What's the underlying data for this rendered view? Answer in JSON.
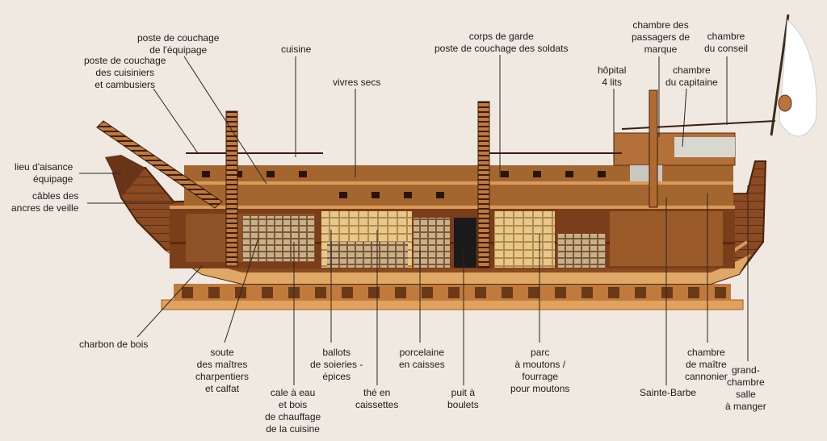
{
  "labels": {
    "poste_equipage": [
      "poste de couchage",
      "de l'équipage"
    ],
    "poste_cuisiniers": [
      "poste de couchage",
      "des cuisiniers",
      "et cambusiers"
    ],
    "cuisine": [
      "cuisine"
    ],
    "vivres_secs": [
      "vivres secs"
    ],
    "corps_de_garde": [
      "corps de garde",
      "poste de couchage des soldats"
    ],
    "hopital": [
      "hôpital",
      "4 lits"
    ],
    "passagers": [
      "chambre des",
      "passagers de",
      "marque"
    ],
    "conseil": [
      "chambre",
      "du conseil"
    ],
    "capitaine": [
      "chambre",
      "du capitaine"
    ],
    "aisance": [
      "lieu d'aisance",
      "équipage"
    ],
    "cables": [
      "câbles des",
      "ancres de veille"
    ],
    "charbon": [
      "charbon de bois"
    ],
    "soute": [
      "soute",
      "des maîtres",
      "charpentiers",
      "et calfat"
    ],
    "cale_eau": [
      "cale à eau",
      "et bois",
      "de chauffage",
      "de la cuisine"
    ],
    "ballots": [
      "ballots",
      "de soieries -",
      "épices"
    ],
    "the": [
      "thé en",
      "caissettes"
    ],
    "porcelaine": [
      "porcelaine",
      "en caisses"
    ],
    "puit": [
      "puit à",
      "boulets"
    ],
    "parc": [
      "parc",
      "à moutons /",
      "fourrage",
      "pour moutons"
    ],
    "sainte_barbe": [
      "Sainte-Barbe"
    ],
    "maitre_cannonier": [
      "chambre",
      "de maître",
      "cannonier"
    ],
    "grand_chambre": [
      "grand-",
      "chambre",
      "salle",
      "à manger"
    ]
  },
  "colors": {
    "background": "#efe9e2",
    "hull_dark": "#6e3a1c",
    "hull_mid": "#a0602e",
    "hull_light": "#d08c4a",
    "plank": "#e3b77c",
    "cargo": "#e8c88a"
  }
}
